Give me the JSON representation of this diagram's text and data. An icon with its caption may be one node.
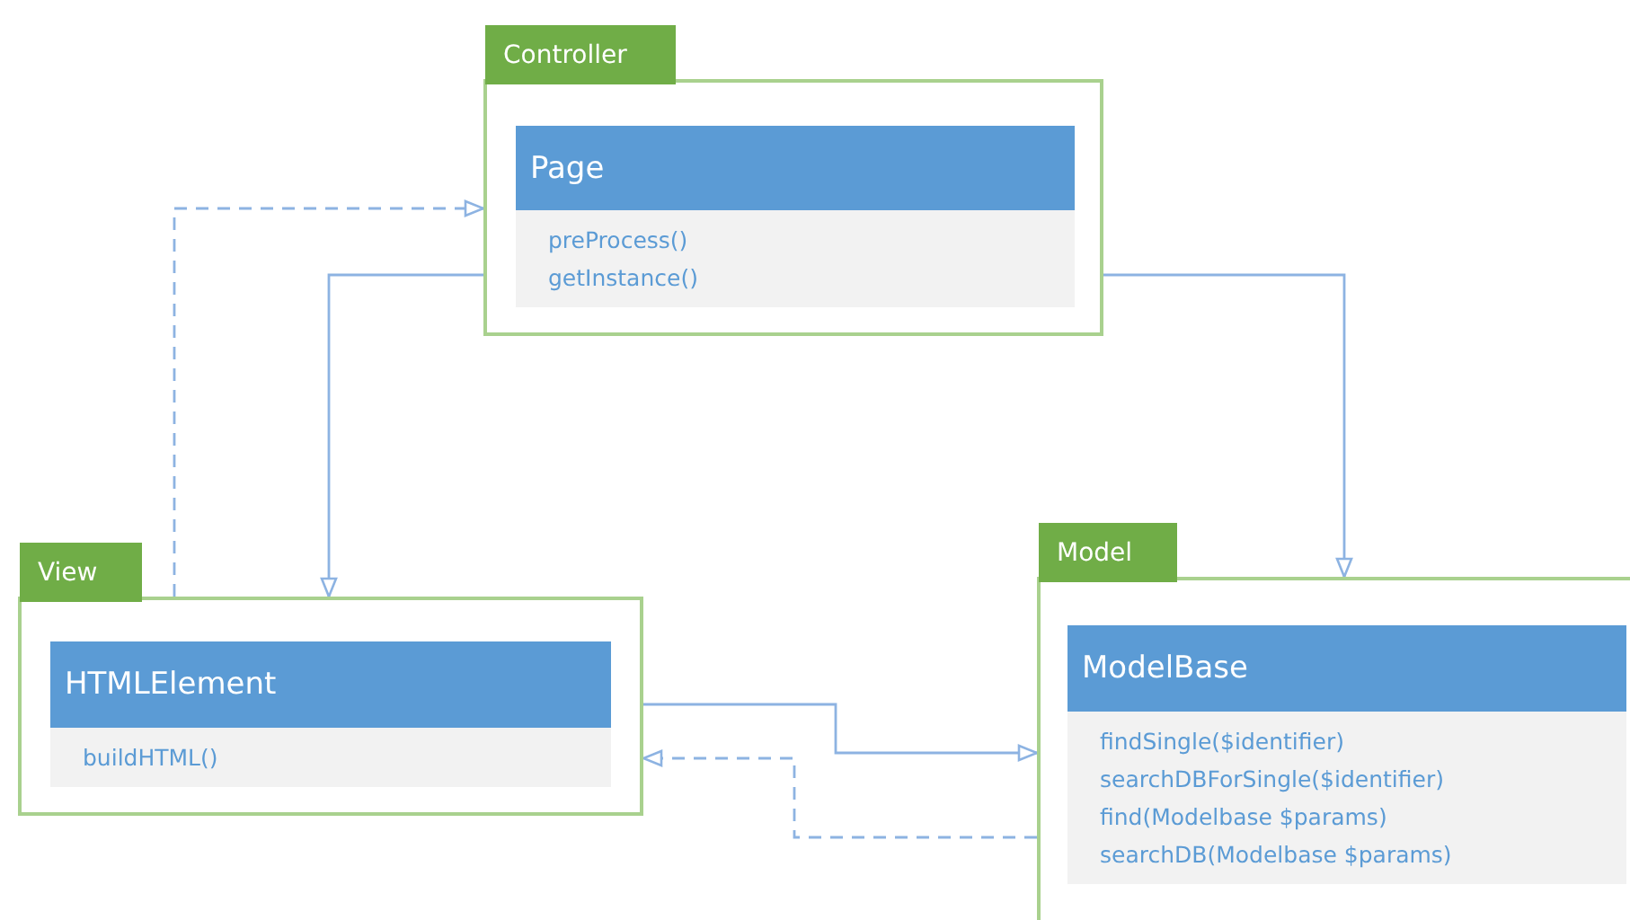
{
  "diagram": {
    "nodes": [
      {
        "text": [
          "Controller"
        ]
      },
      {
        "text": [
          "Page",
          "preProcess()",
          "getInstance()"
        ],
        "in": 0
      },
      {
        "text": [
          "View"
        ]
      },
      {
        "text": [
          "HTMLElement",
          "buildHTML()"
        ],
        "in": 2
      },
      {
        "text": [
          "Model"
        ]
      },
      {
        "text": [
          "ModelBase",
          "findSingle($identifier)",
          "searchDBForSingle($identifier)",
          "find(Modelbase $params)",
          "searchDB(Modelbase $params)"
        ],
        "in": 4
      }
    ],
    "edges": [
      {
        "from": 2,
        "to": 0,
        "arrow": "to",
        "style": "dashed"
      },
      {
        "from": 0,
        "to": 2,
        "arrow": "to"
      },
      {
        "from": 0,
        "to": 4,
        "arrow": "to"
      },
      {
        "from": 2,
        "to": 4,
        "arrow": "to"
      },
      {
        "from": 4,
        "to": 2,
        "arrow": "to",
        "style": "dashed"
      }
    ]
  }
}
